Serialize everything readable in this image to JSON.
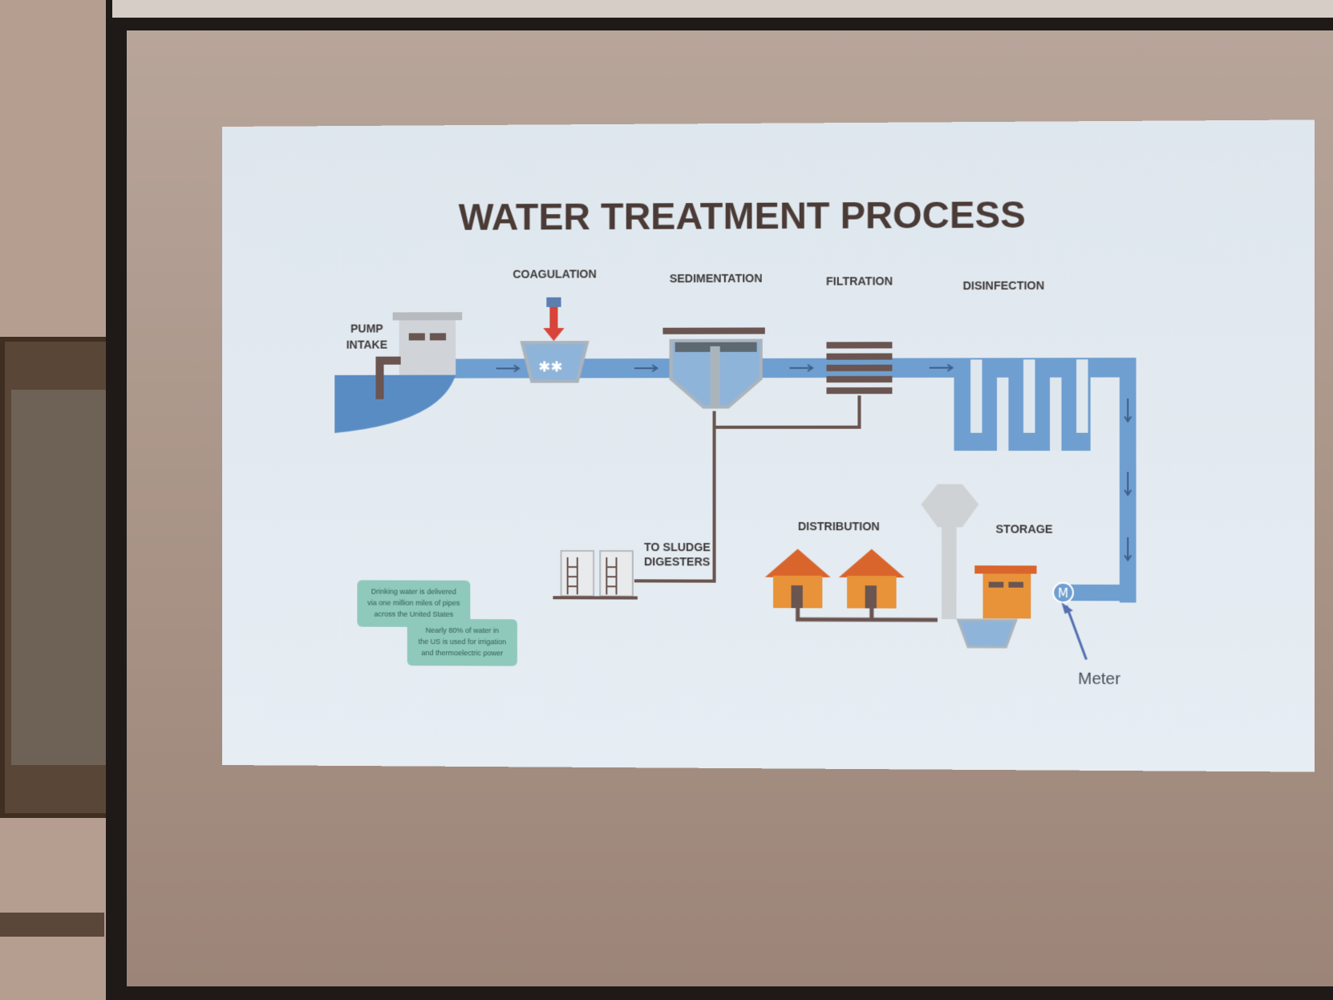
{
  "slide": {
    "title": "WATER TREATMENT PROCESS",
    "labels": {
      "pump_intake_1": "PUMP",
      "pump_intake_2": "INTAKE",
      "coagulation": "COAGULATION",
      "sedimentation": "SEDIMENTATION",
      "filtration": "FILTRATION",
      "disinfection": "DISINFECTION",
      "distribution": "DISTRIBUTION",
      "storage": "STORAGE",
      "sludge_1": "TO SLUDGE",
      "sludge_2": "DIGESTERS",
      "meter_symbol": "M",
      "meter": "Meter"
    },
    "notes": [
      [
        "Drinking water is delivered",
        "via one million miles of pipes",
        "across the United States"
      ],
      [
        "Nearly 80% of water in",
        "the US is used for irrigation",
        "and thermoelectric power"
      ]
    ]
  },
  "colors": {
    "pipe": "#6f9fd0",
    "water": "#5a8cc4",
    "brown": "#6a5550",
    "house": "#e8923a",
    "roof": "#d9652c",
    "note_bg": "#8fc9bb",
    "coag_red": "#d8433a"
  }
}
